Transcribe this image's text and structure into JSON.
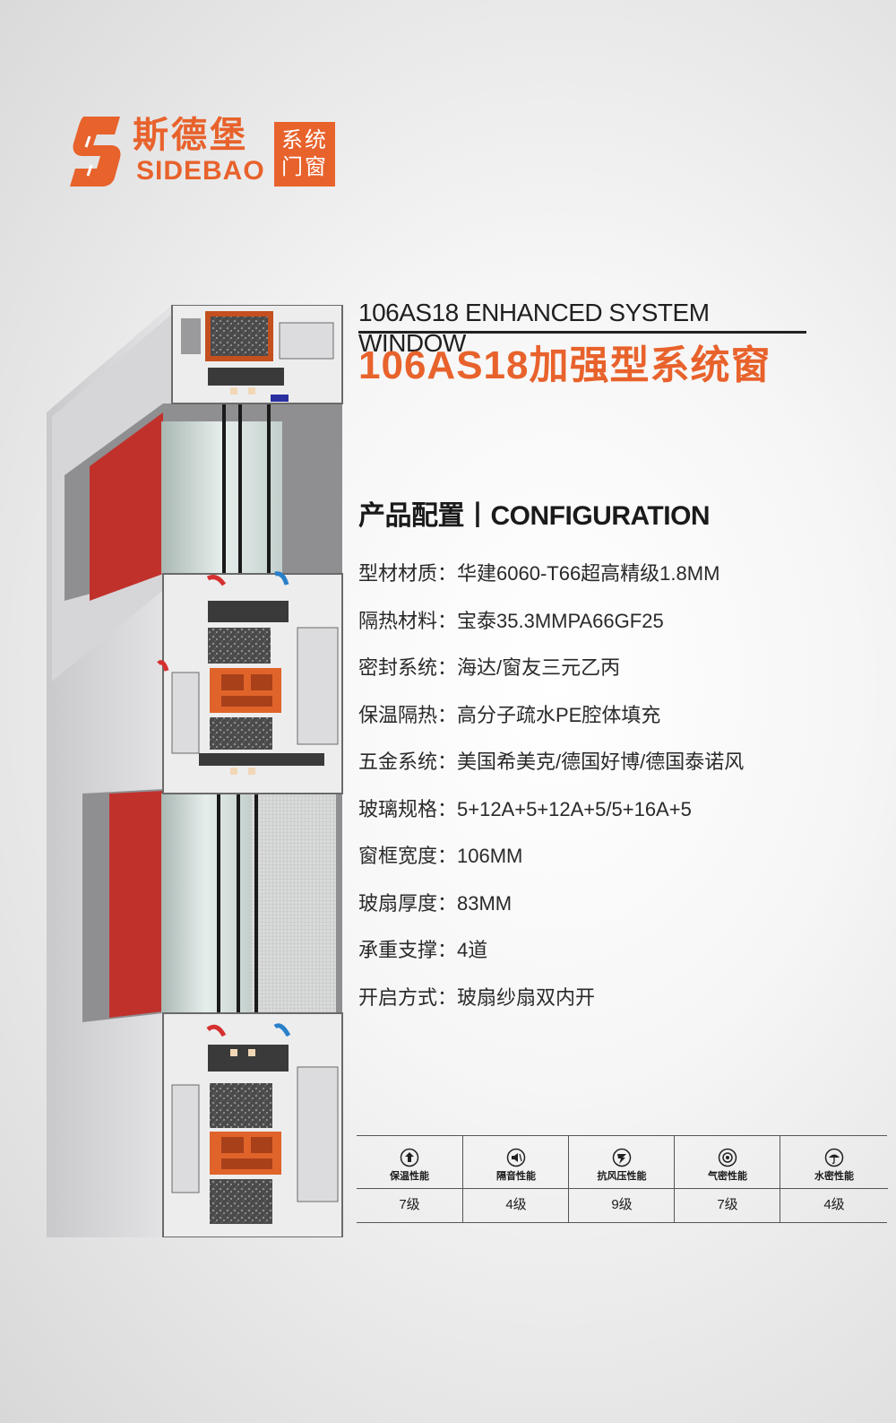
{
  "brand": {
    "name_cn": "斯德堡",
    "name_en": "SIDEBAO",
    "tag_line1": "系统",
    "tag_line2": "门窗",
    "color": "#e8622c"
  },
  "title": {
    "en": "106AS18 ENHANCED SYSTEM WINDOW",
    "cn": "106AS18加强型系统窗"
  },
  "configuration": {
    "heading": "产品配置丨CONFIGURATION",
    "items": [
      "型材材质：华建6060-T66超高精级1.8MM",
      "隔热材料：宝泰35.3MMPA66GF25",
      "密封系统：海达/窗友三元乙丙",
      "保温隔热：高分子疏水PE腔体填充",
      "五金系统：美国希美克/德国好博/德国泰诺风",
      "玻璃规格：5+12A+5+12A+5/5+16A+5",
      "窗框宽度：106MM",
      "玻扇厚度：83MM",
      "承重支撑：4道",
      "开启方式：玻扇纱扇双内开"
    ]
  },
  "performance": [
    {
      "label": "保温性能",
      "value": "7级",
      "icon": "insulation-icon"
    },
    {
      "label": "隔音性能",
      "value": "4级",
      "icon": "sound-icon"
    },
    {
      "label": "抗风压性能",
      "value": "9级",
      "icon": "wind-icon"
    },
    {
      "label": "气密性能",
      "value": "7级",
      "icon": "airtight-icon"
    },
    {
      "label": "水密性能",
      "value": "4级",
      "icon": "watertight-icon"
    }
  ]
}
